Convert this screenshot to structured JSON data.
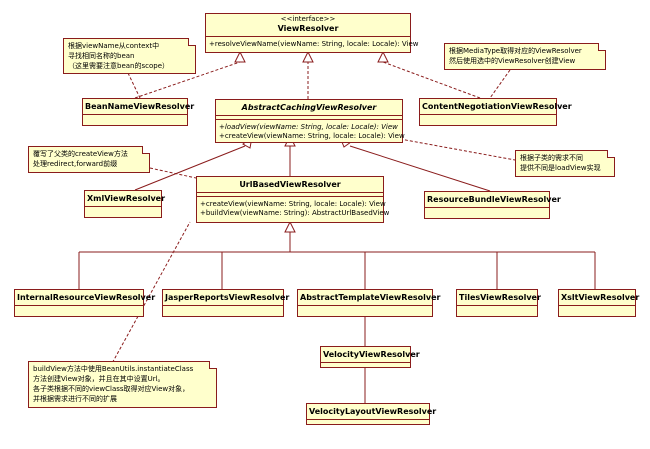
{
  "classes": {
    "view_resolver": {
      "stereotype": "<<interface>>",
      "name": "ViewResolver",
      "ops": [
        "+resolveViewName(viewName: String, locale: Locale): View"
      ]
    },
    "bean_name": {
      "name": "BeanNameViewResolver"
    },
    "abstract_caching": {
      "name": "AbstractCachingViewResolver",
      "ops": [
        "+loadView(viewName: String, locale: Locale): View",
        "+createView(viewName: String, locale: Locale): View"
      ]
    },
    "content_negotiation": {
      "name": "ContentNegotiationViewResolver"
    },
    "xml": {
      "name": "XmlViewResolver"
    },
    "url_based": {
      "name": "UrlBasedViewResolver",
      "ops": [
        "+createView(viewName: String, locale: Locale): View",
        "+buildView(viewName: String): AbstractUrlBasedView"
      ]
    },
    "resource_bundle": {
      "name": "ResourceBundleViewResolver"
    },
    "internal_resource": {
      "name": "InternalResourceViewResolver"
    },
    "jasper_reports": {
      "name": "JasperReportsViewResolver"
    },
    "abstract_template": {
      "name": "AbstractTemplateViewResolver"
    },
    "tiles": {
      "name": "TilesViewResolver"
    },
    "xslt": {
      "name": "XsltViewResolver"
    },
    "velocity": {
      "name": "VelocityViewResolver"
    },
    "velocity_layout": {
      "name": "VelocityLayoutViewResolver"
    }
  },
  "notes": {
    "bean_name_note": [
      "根据viewName从context中",
      "寻找相同名称的bean",
      "（这里需要注意bean的scope）"
    ],
    "content_note": [
      "根据MediaType取得对应的ViewResolver",
      "然后使用选中的ViewResolver创建View"
    ],
    "create_view_note": [
      "覆写了父类的createView方法",
      "处理redirect,forward前缀"
    ],
    "load_view_note": [
      "根据子类的需求不同",
      "提供不同是loadView实现"
    ],
    "build_view_note": [
      "buildView方法中使用BeanUtils.instantiateClass",
      "方法创建View对象，并且在其中设置Url。",
      "各子类根据不同的viewClass取得对应View对象，",
      "并根据需求进行不同的扩展"
    ]
  }
}
